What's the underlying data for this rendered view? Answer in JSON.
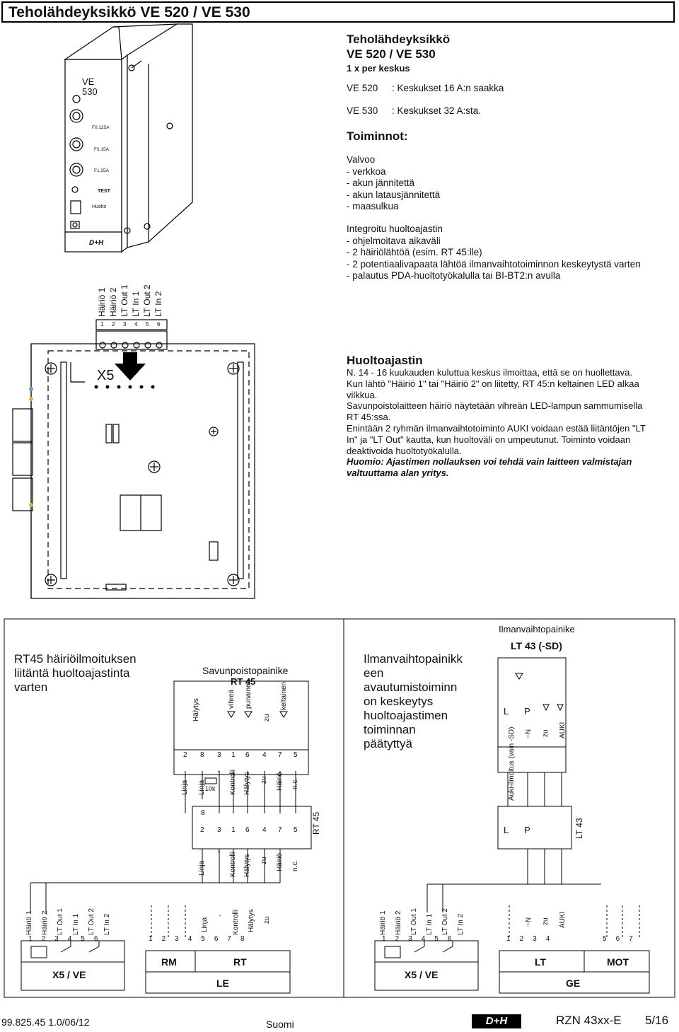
{
  "header": {
    "title": "Teholähdeyksikkö VE 520 / VE 530"
  },
  "intro": {
    "heading_line1": "Teholähdeyksikkö",
    "heading_line2": "VE 520 / VE 530",
    "per_unit": "1 x per keskus",
    "models": [
      {
        "code": "VE 520",
        "desc": ": Keskukset 16 A:n saakka"
      },
      {
        "code": "VE 530",
        "desc": ": Keskukset 32 A:sta."
      }
    ]
  },
  "functions": {
    "heading": "Toiminnot:",
    "monitor_title": "Valvoo",
    "monitor_items": [
      "- verkkoa",
      "- akun jännitettä",
      "- akun latausjännitettä",
      "- maasulkua"
    ],
    "integrated_title": "Integroitu huoltoajastin",
    "integrated_items": [
      "-  ohjelmoitava aikaväli",
      "- 2 häiriölähtöä (esim. RT 45:lle)",
      "- 2 potentiaalivapaata lähtöä ilmanvaihtotoiminnon keskeytystä varten",
      "- palautus PDA-huoltotyökalulla tai BI-BT2:n avulla"
    ]
  },
  "service_timer": {
    "heading": "Huoltoajastin",
    "lines": [
      "N. 14 - 16 kuukauden kuluttua keskus ilmoittaa, että se on huollettava.",
      "Kun lähtö \"Häiriö 1\" tai \"Häiriö 2\" on liitetty, RT 45:n keltainen LED alkaa",
      "vilkkua.",
      "Savunpoistolaitteen häiriö näytetään vihreän LED-lampun sammumisella",
      "RT 45:ssa.",
      "Enintään 2 ryhmän ilmanvaihtotoiminto AUKI voidaan estää liitäntöjen \"LT",
      "In\" ja \"LT Out\" kautta, kun huoltoväli on umpeutunut.  Toiminto voidaan",
      "deaktivoida huoltotyökalulla."
    ],
    "note_line1": "Huomio: Ajastimen nollauksen voi tehdä vain laitteen valmistajan",
    "note_line2": "valtuuttama alan yritys."
  },
  "device": {
    "model_label_1": "VE",
    "model_label_2": "530",
    "fuses": [
      "F0,125A",
      "F3,15A",
      "F1,25A"
    ],
    "test_label": "TEST",
    "service_label": "Huolto",
    "brand": "D+H",
    "terminal_labels": [
      "Häiriö 1",
      "Häiriö 2",
      "LT Out 1",
      "LT In 1",
      "LT Out 2",
      "LT In 2"
    ],
    "terminal_numbers": [
      "1",
      "2",
      "3",
      "4",
      "5",
      "6"
    ],
    "board_label": "X5"
  },
  "wiring": {
    "left_title": [
      "RT45 häiriöilmoituksen",
      "liitäntä huoltoajastinta",
      "varten"
    ],
    "middle_title": [
      "Ilmanvaihtopainikk",
      "een",
      "avautumistoiminn",
      "on keskeytys",
      "huoltoajastimen",
      "toiminnan",
      "päätyttyä"
    ],
    "smoke_button_title": "Savunpoistopainike",
    "smoke_button_model": "RT 45",
    "rt45_labels_top": [
      "Hälytys",
      "vihreä",
      "punainen",
      "zu",
      "keltainen"
    ],
    "rt45_numbers": [
      "2",
      "8",
      "3",
      "1",
      "6",
      "4",
      "7",
      "5"
    ],
    "rt45_labels_bottom": [
      "Linja",
      "Linja",
      "-",
      "Kontrolli",
      "Hälytys",
      "zu",
      "Häiriö",
      "n.c."
    ],
    "resistor": "10k",
    "rt45_block_numbers_top": [
      "8"
    ],
    "rt45_block_numbers": [
      "2",
      "3",
      "1",
      "6",
      "4",
      "7",
      "5"
    ],
    "rt45_block_labels": [
      "Linja",
      "-",
      "Kontrolli",
      "Hälytys",
      "zu",
      "Häiriö",
      "n.c."
    ],
    "rt45_block_name": "RT 45",
    "vent_title": "Ilmanvaihtopainike",
    "vent_model": "LT 43 (-SD)",
    "vent_top_letters": [
      "L",
      "P"
    ],
    "vent_labels": [
      "Auki-ilmoitus (vain -SD)",
      "~N",
      "zu",
      "AUKI"
    ],
    "lt43_letters": [
      "L",
      "P"
    ],
    "lt43_name": "LT 43",
    "bottom_ve_labels": [
      "Häiriö 1",
      "Häiriö 2",
      "LT Out 1",
      "LT In 1",
      "LT Out 2",
      "LT In 2"
    ],
    "bottom_ve_numbers": [
      "1",
      "2",
      "3",
      "4",
      "5",
      "6"
    ],
    "bottom_ve_name": "X5 / VE",
    "rm_le_numbers": [
      "1",
      "2",
      "3",
      "4",
      "5",
      "6",
      "7",
      "8"
    ],
    "rm_le_labels": [
      "Linja",
      "-",
      "Kontrolli",
      "Hälytys",
      "zu"
    ],
    "rm": "RM",
    "rt": "RT",
    "le": "LE",
    "lt_ge_numbers": [
      "1",
      "2",
      "3",
      "4",
      "5",
      "6",
      "7"
    ],
    "lt_ge_labels": [
      "~N",
      "zu",
      "AUKI"
    ],
    "lt": "LT",
    "mot": "MOT",
    "ge": "GE"
  },
  "footer": {
    "doc_id": "99.825.45 1.0/06/12",
    "language": "Suomi",
    "brand": "D+H",
    "code": "RZN 43xx-E",
    "page": "5/16"
  }
}
